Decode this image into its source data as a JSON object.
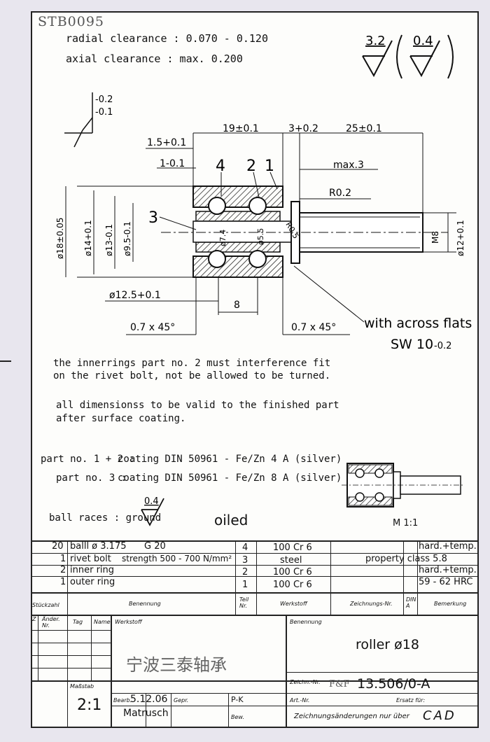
{
  "doc_id": "STB0095",
  "header": {
    "radial_clearance": "radial clearance : 0.070 - 0.120",
    "axial_clearance": "axial clearance : max. 0.200",
    "surface_main": "3.2",
    "surface_bracket": "0.4"
  },
  "tolerance_note": {
    "upper": "-0.2",
    "lower": "-0.1"
  },
  "dimensions": {
    "d_1_5": "1.5+0.1",
    "d_1": "1-0.1",
    "d_19": "19±0.1",
    "d_3": "3+0.2",
    "d_25": "25±0.1",
    "max3": "max.3",
    "r02": "R0.2",
    "r05": "R0.5",
    "dia18": "ø18±0.05",
    "dia14": "ø14+0.1",
    "dia13": "ø13-0.1",
    "dia9_5": "ø9.5-0.1",
    "dia7_4": "ø7.4",
    "dia5_5": "ø5.5",
    "m8": "M8",
    "dia12": "ø12+0.1",
    "dia12_5": "ø12.5+0.1",
    "d_8": "8",
    "chamfer_left": "0.7 x 45°",
    "chamfer_right": "0.7 x 45°",
    "callout_4": "4",
    "callout_2": "2",
    "callout_1": "1",
    "callout_3": "3",
    "across_flats_1": "with across flats",
    "across_flats_2": "SW 10",
    "across_flats_tol": "-0.2"
  },
  "notes": {
    "line1": "the innerrings part no. 2 must interference fit",
    "line2": "on the rivet bolt, not be allowed to be turned.",
    "line3": "all dimensionss to be valid to the finished part",
    "line4": "after surface coating.",
    "coat1_label": "part no. 1 + 2 :",
    "coat1_text": "coating DIN 50961 - Fe/Zn 4 A (silver)",
    "coat2_label": "part no. 3 :",
    "coat2_text": "coating DIN 50961 - Fe/Zn 8 A (silver)",
    "ball_races": "ball races : ground",
    "ball_races_symbol": "0.4",
    "oiled": "oiled",
    "scale_view": "M 1:1"
  },
  "parts_list": {
    "rows": [
      {
        "qty": "20",
        "name": "balll ø 3.175",
        "extra": "G 20",
        "part": "4",
        "material": "100 Cr 6",
        "note": "hard.+temp."
      },
      {
        "qty": "1",
        "name": "rivet bolt",
        "extra": "strength 500 - 700 N/mm²",
        "part": "3",
        "material": "steel",
        "note": "property class 5.8"
      },
      {
        "qty": "2",
        "name": "inner ring",
        "extra": "",
        "part": "2",
        "material": "100 Cr 6",
        "note": "hard.+temp."
      },
      {
        "qty": "1",
        "name": "outer ring",
        "extra": "",
        "part": "1",
        "material": "100 Cr 6",
        "note": "59 - 62 HRC"
      }
    ],
    "headers": {
      "qty": "Stückzahl",
      "name": "Benennung",
      "part": "Teil Nr.",
      "material": "Werkstoff",
      "drawing": "Zeichnungs-Nr.",
      "din": "DIN A",
      "remark": "Bemerkung"
    }
  },
  "title_block": {
    "z": "Z",
    "anderung": "Änder. Nr.",
    "tag": "Tag",
    "name": "Name",
    "werkstoff": "Werkstoff",
    "benennung": "Benennung",
    "title": "roller ø18",
    "company": "宁波三泰轴承",
    "zeichn_nr_label": "Zeichn.-Nr.",
    "prefix": "F&F",
    "drawing_no": "13.506/0-A",
    "massstab_label": "Maßstab",
    "scale": "2:1",
    "bearb_label": "Bearb.",
    "date": "5.12.06",
    "gepr_label": "Gepr.",
    "pk": "P-K",
    "drawer": "Matrusch",
    "bew_label": "Bew.",
    "art_nr_label": "Art.-Nr.",
    "ersatz_label": "Ersatz für:",
    "changes_label": "Zeichnungsänderungen nur über",
    "cad": "CAD"
  }
}
